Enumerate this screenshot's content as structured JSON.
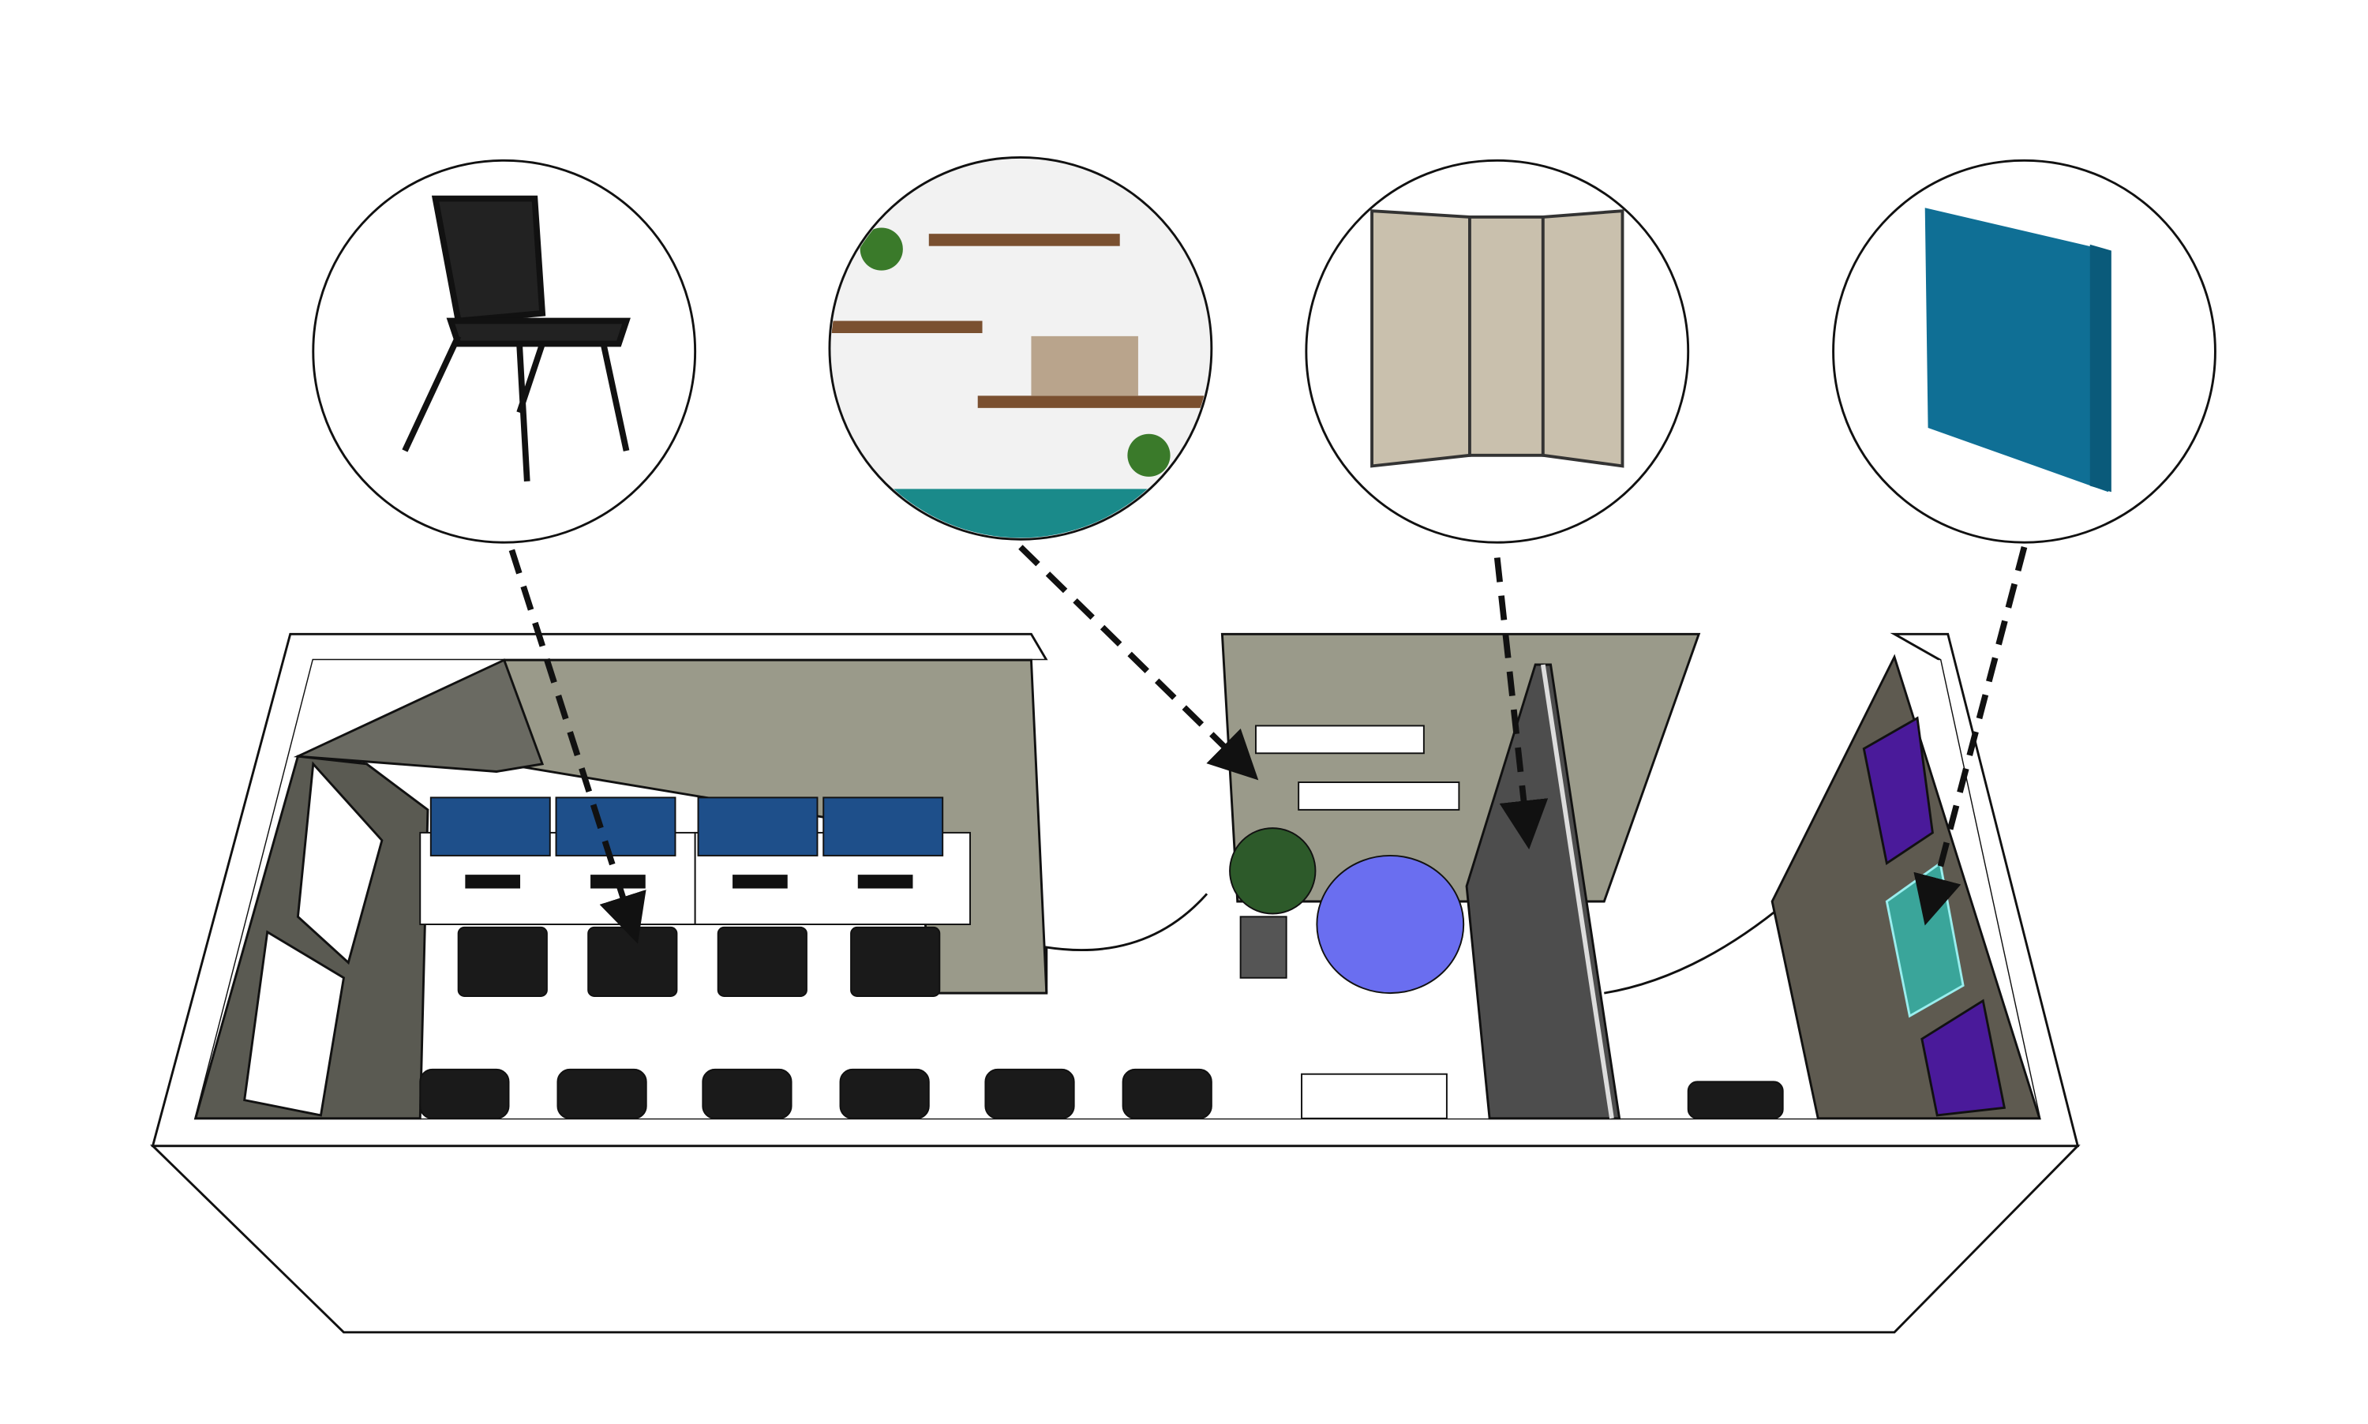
{
  "diagram": {
    "type": "office-floorplan-3d-with-callouts",
    "callouts": [
      {
        "icon": "folding-chair-icon",
        "target": "workstation-chair"
      },
      {
        "icon": "wall-shelves-icon",
        "target": "wall-shelf"
      },
      {
        "icon": "room-divider-icon",
        "target": "partition-wall"
      },
      {
        "icon": "acoustic-panel-icon",
        "target": "wall-panel"
      }
    ],
    "colors": {
      "wall_back": "#9a9a8a",
      "wall_dark": "#5a5a52",
      "floor": "#ffffff",
      "outline": "#111111",
      "lounge_chair": "#6a6ef0",
      "acoustic_panel_teal": "#0f6f95",
      "acoustic_panel_purple": "#4a1a9a",
      "divider_fabric": "#c9c0ad",
      "partition": "#4d4d4d"
    }
  }
}
